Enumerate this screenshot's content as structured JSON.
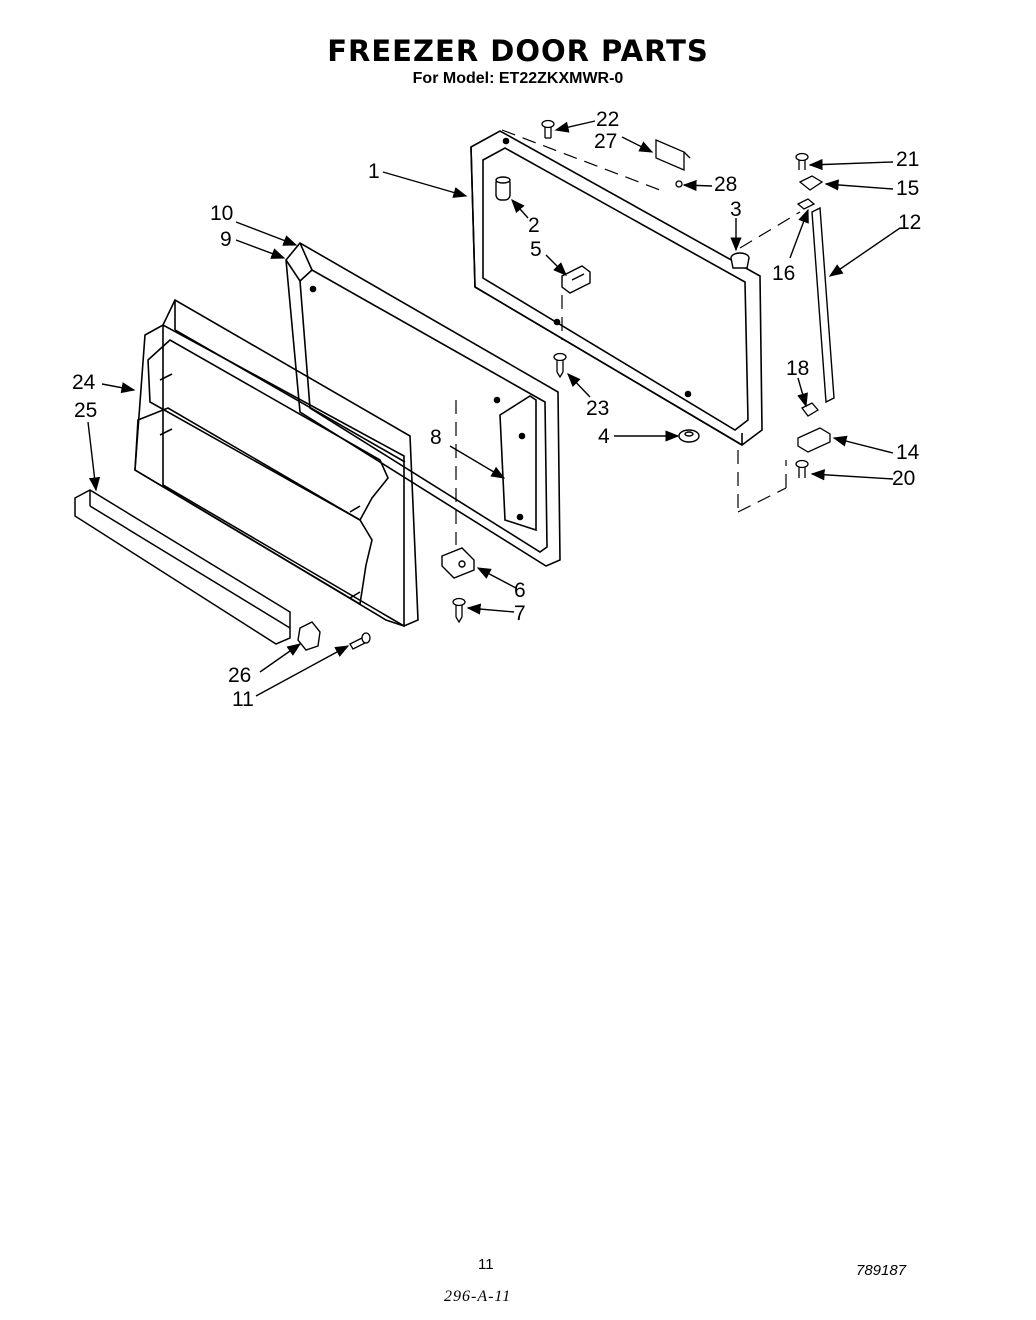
{
  "title": "FREEZER DOOR PARTS",
  "subtitle": "For Model: ET22ZKXMWR-0",
  "callouts": [
    "1",
    "2",
    "3",
    "4",
    "5",
    "6",
    "7",
    "8",
    "9",
    "10",
    "11",
    "12",
    "14",
    "15",
    "16",
    "18",
    "20",
    "21",
    "22",
    "23",
    "24",
    "25",
    "26",
    "27",
    "28"
  ],
  "footer": {
    "page_number": "11",
    "doc_number": "789187",
    "handwritten_ref": "296-A-11"
  }
}
